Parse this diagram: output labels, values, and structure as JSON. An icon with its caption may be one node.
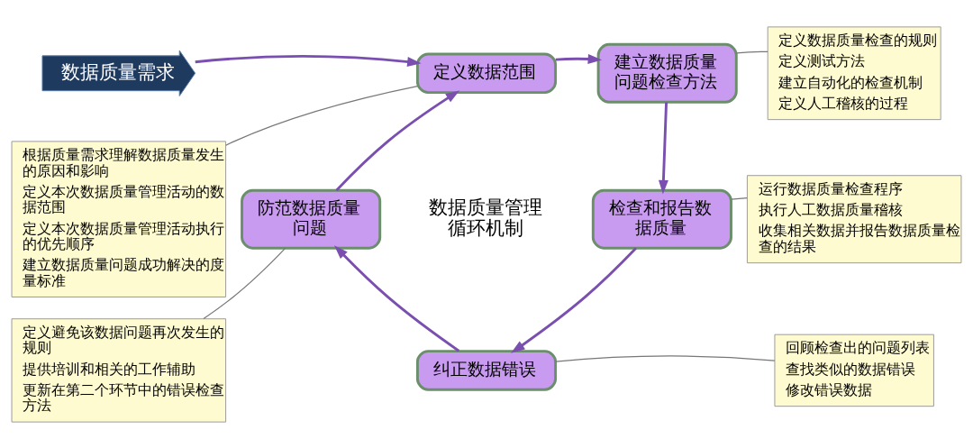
{
  "diagram": {
    "nodes": [
      {
        "text": [
          "数据质量需求"
        ]
      },
      {
        "text": [
          "定义数据范围"
        ]
      },
      {
        "text": [
          "建立数据质量问题检查方法"
        ]
      },
      {
        "text": [
          "检查和报告数据质量"
        ]
      },
      {
        "text": [
          "纠正数据错误"
        ]
      },
      {
        "text": [
          "防范数据质量问题"
        ]
      },
      {
        "text": [
          "数据质量管理循环机制"
        ]
      },
      {
        "text": [
          "根据质量需求理解数据质量发生的原因和影响",
          "定义本次数据质量管理活动的数据范围",
          "定义本次数据质量管理活动执行的优先顺序",
          "建立数据质量问题成功解决的度量标准"
        ]
      },
      {
        "text": [
          "定义数据质量检查的规则",
          "定义测试方法",
          "建立自动化的检查机制",
          "定义人工稽核的过程"
        ]
      },
      {
        "text": [
          "运行数据质量检查程序",
          "执行人工数据质量稽核",
          "收集相关数据并报告数据质量检查的结果"
        ]
      },
      {
        "text": [
          "回顾检查出的问题列表",
          "查找类似的数据错误",
          "修改错误数据"
        ]
      },
      {
        "text": [
          "定义避免该数据问题再次发生的规则",
          "提供培训和相关的工作辅助",
          "更新在第二个环节中的错误检查方法"
        ]
      }
    ],
    "edges": [
      {
        "from": 0,
        "to": 1,
        "arrow": "to"
      },
      {
        "from": 1,
        "to": 2,
        "arrow": "to"
      },
      {
        "from": 2,
        "to": 3,
        "arrow": "to"
      },
      {
        "from": 3,
        "to": 4,
        "arrow": "to"
      },
      {
        "from": 4,
        "to": 5,
        "arrow": "to"
      },
      {
        "from": 5,
        "to": 1,
        "arrow": "to"
      },
      {
        "from": 7,
        "to": 1,
        "arrow": "none"
      },
      {
        "from": 8,
        "to": 2,
        "arrow": "none"
      },
      {
        "from": 9,
        "to": 3,
        "arrow": "none"
      },
      {
        "from": 10,
        "to": 4,
        "arrow": "none"
      },
      {
        "from": 11,
        "to": 5,
        "arrow": "none"
      }
    ]
  }
}
